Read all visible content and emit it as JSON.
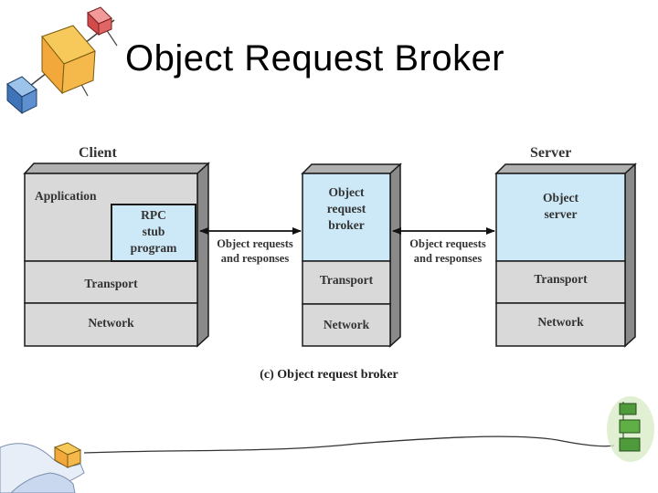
{
  "slide": {
    "title": "Object Request Broker"
  },
  "diagram": {
    "caption": "(c) Object request broker",
    "client": {
      "title": "Client",
      "application": "Application",
      "stub": [
        "RPC",
        "stub",
        "program"
      ],
      "transport": "Transport",
      "network": "Network"
    },
    "broker": {
      "name": [
        "Object",
        "request",
        "broker"
      ],
      "transport": "Transport",
      "network": "Network"
    },
    "server": {
      "title": "Server",
      "name": [
        "Object",
        "server"
      ],
      "transport": "Transport",
      "network": "Network"
    },
    "links": [
      {
        "label": [
          "Object requests",
          "and responses"
        ]
      },
      {
        "label": [
          "Object requests",
          "and responses"
        ]
      }
    ],
    "colors": {
      "highlight": "#cde9f7",
      "layer": "#d9d9d9",
      "side": "#8a8a8a",
      "top": "#b0b0b0",
      "border": "#1a1a1a"
    }
  }
}
